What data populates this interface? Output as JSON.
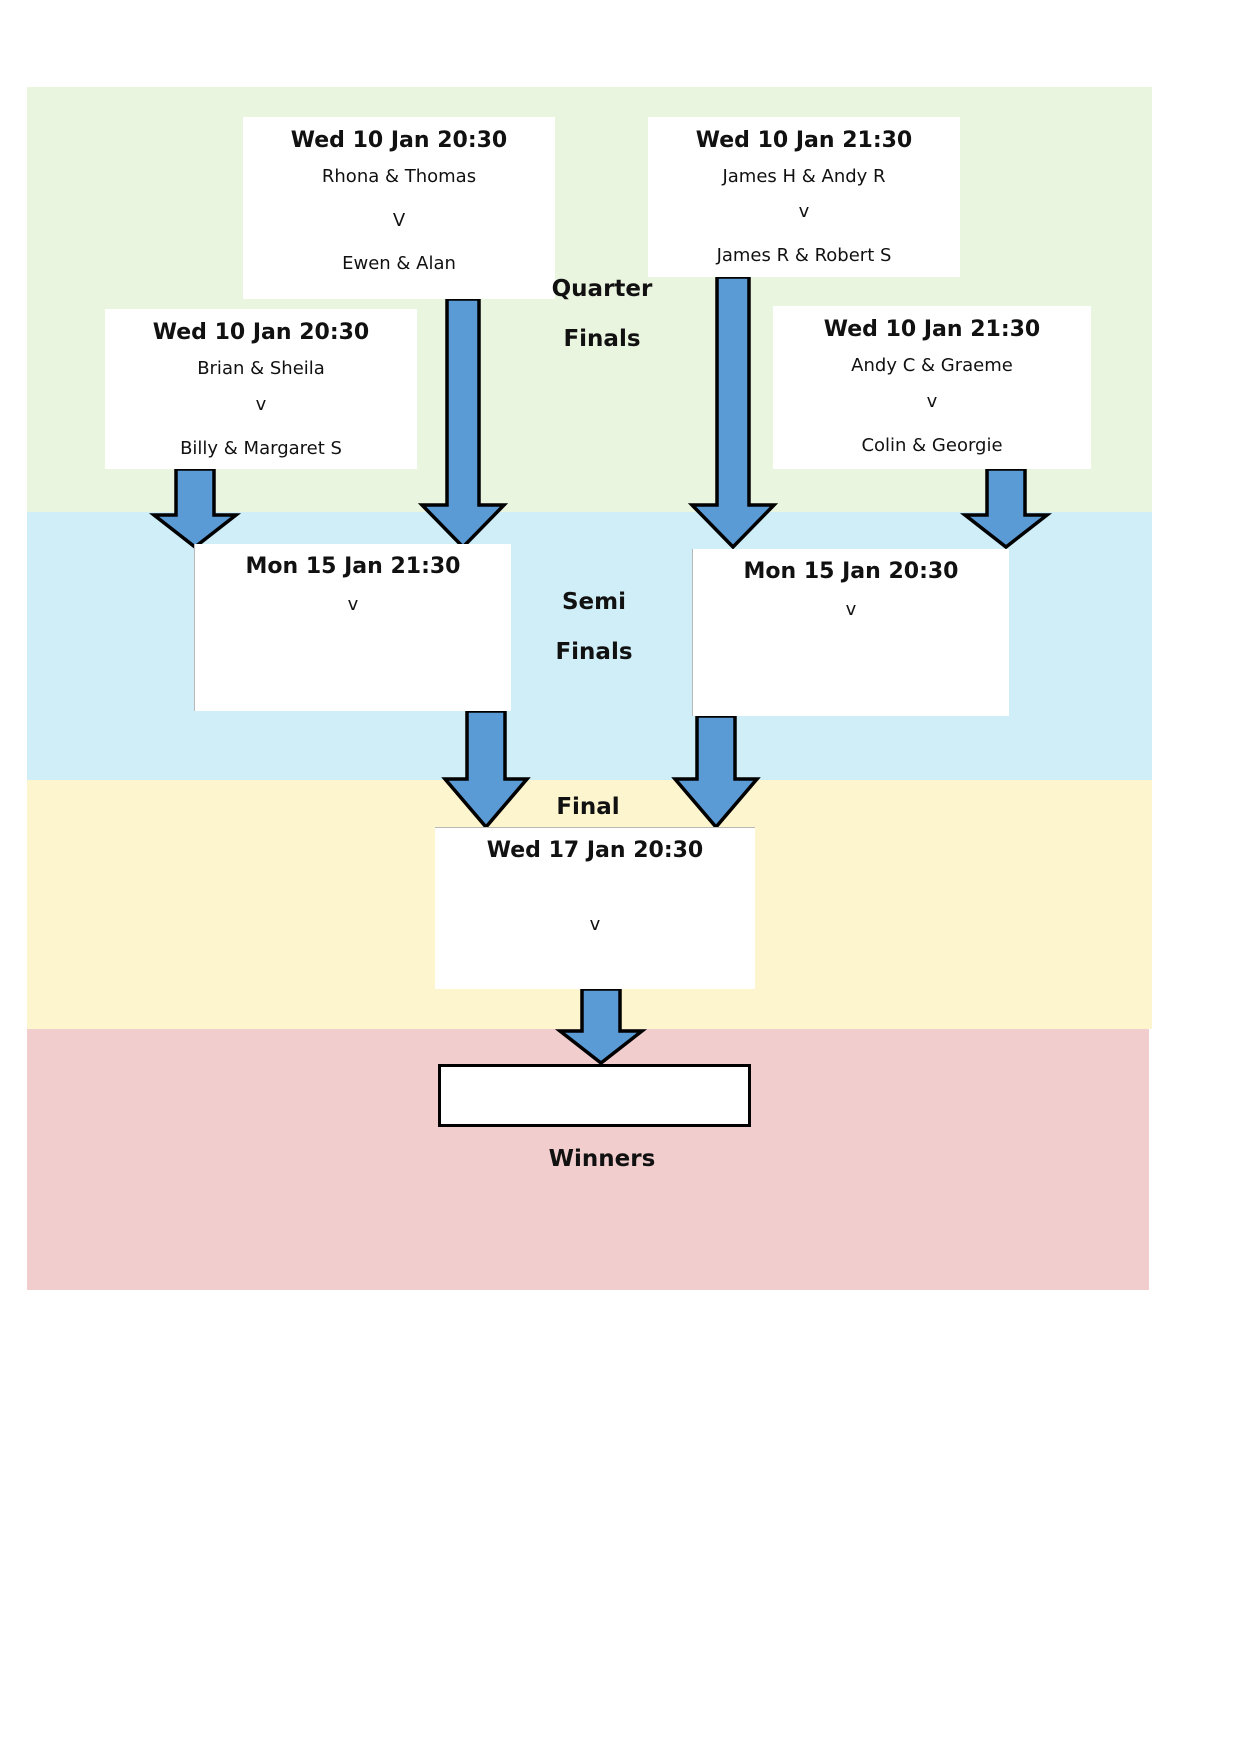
{
  "colors": {
    "quarter_finals_band": "#E9F5DF",
    "semi_finals_band": "#CFEEF8",
    "final_band": "#FDF5CD",
    "winners_band": "#F2CDCE",
    "arrow_fill": "#5B9BD5",
    "arrow_stroke": "#000000"
  },
  "stages": {
    "quarter_finals": {
      "line1": "Quarter",
      "line2": "Finals"
    },
    "semi_finals": {
      "line1": "Semi",
      "line2": "Finals"
    },
    "final": {
      "label": "Final"
    },
    "winners": {
      "label": "Winners"
    }
  },
  "quarter_finals": [
    {
      "datetime": "Wed 10 Jan 20:30",
      "team1": "Rhona & Thomas",
      "vs": "V",
      "team2": "Ewen & Alan"
    },
    {
      "datetime": "Wed 10 Jan 21:30",
      "team1": "James H & Andy R",
      "vs": "v",
      "team2": "James R & Robert S"
    },
    {
      "datetime": "Wed 10 Jan 20:30",
      "team1": "Brian & Sheila",
      "vs": "v",
      "team2": "Billy & Margaret S"
    },
    {
      "datetime": "Wed 10 Jan 21:30",
      "team1": "Andy C & Graeme",
      "vs": "v",
      "team2": "Colin & Georgie"
    }
  ],
  "semi_finals": [
    {
      "datetime": "Mon 15 Jan 21:30",
      "vs": "v"
    },
    {
      "datetime": "Mon 15 Jan 20:30",
      "vs": "v"
    }
  ],
  "final": {
    "datetime": "Wed 17 Jan 20:30",
    "vs": "v"
  },
  "winner": {
    "name": ""
  }
}
